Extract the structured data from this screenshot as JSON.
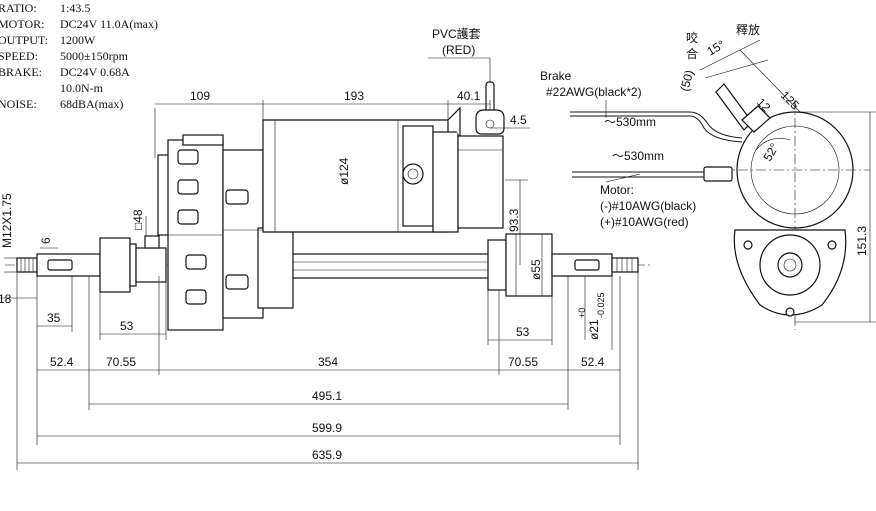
{
  "specs": [
    {
      "key": "RATIO:",
      "value": "1:43.5"
    },
    {
      "key": "MOTOR:",
      "value": "DC24V  11.0A(max)"
    },
    {
      "key": "OUTPUT:",
      "value": "1200W"
    },
    {
      "key": "SPEED:",
      "value": "5000±150rpm"
    },
    {
      "key": "BRAKE:",
      "value": "DC24V 0.68A"
    },
    {
      "key": "",
      "value": "10.0N-m"
    },
    {
      "key": "NOISE:",
      "value": "68dBA(max)"
    }
  ],
  "dims": {
    "d109": "109",
    "d193": "193",
    "d40_1": "40.1",
    "d4_5": "4.5",
    "phi124": "ø124",
    "d93_3": "93.3",
    "sq48": "□48",
    "d6": "6",
    "m12": "M12X1.75",
    "d18": "18",
    "d35": "35",
    "d53_left": "53",
    "d53_right": "53",
    "phi55": "ø55",
    "phi21": "ø21",
    "phi21_tol_upper": "+0",
    "phi21_tol_lower": "-0.025",
    "d52_4_left": "52.4",
    "d70_55_left": "70.55",
    "d354": "354",
    "d70_55_right": "70.55",
    "d52_4_right": "52.4",
    "d495_1": "495.1",
    "d599_9": "599.9",
    "d635_9": "635.9",
    "d151_3": "151.3",
    "d125": "125",
    "d12": "12",
    "d50": "(50)",
    "ang15": "15°",
    "ang52": "52°"
  },
  "labels": {
    "pvc_line1": "PVC護套",
    "pvc_line2": "(RED)",
    "brake_title": "Brake",
    "brake_wire": "#22AWG(black*2)",
    "brake_len": "～530mm",
    "motor_len": "～530mm",
    "motor_title": "Motor:",
    "motor_neg": "(-)#10AWG(black)",
    "motor_pos": "(+)#10AWG(red)",
    "bite_c1": "咬",
    "bite_c2": "合",
    "release": "釋放"
  }
}
